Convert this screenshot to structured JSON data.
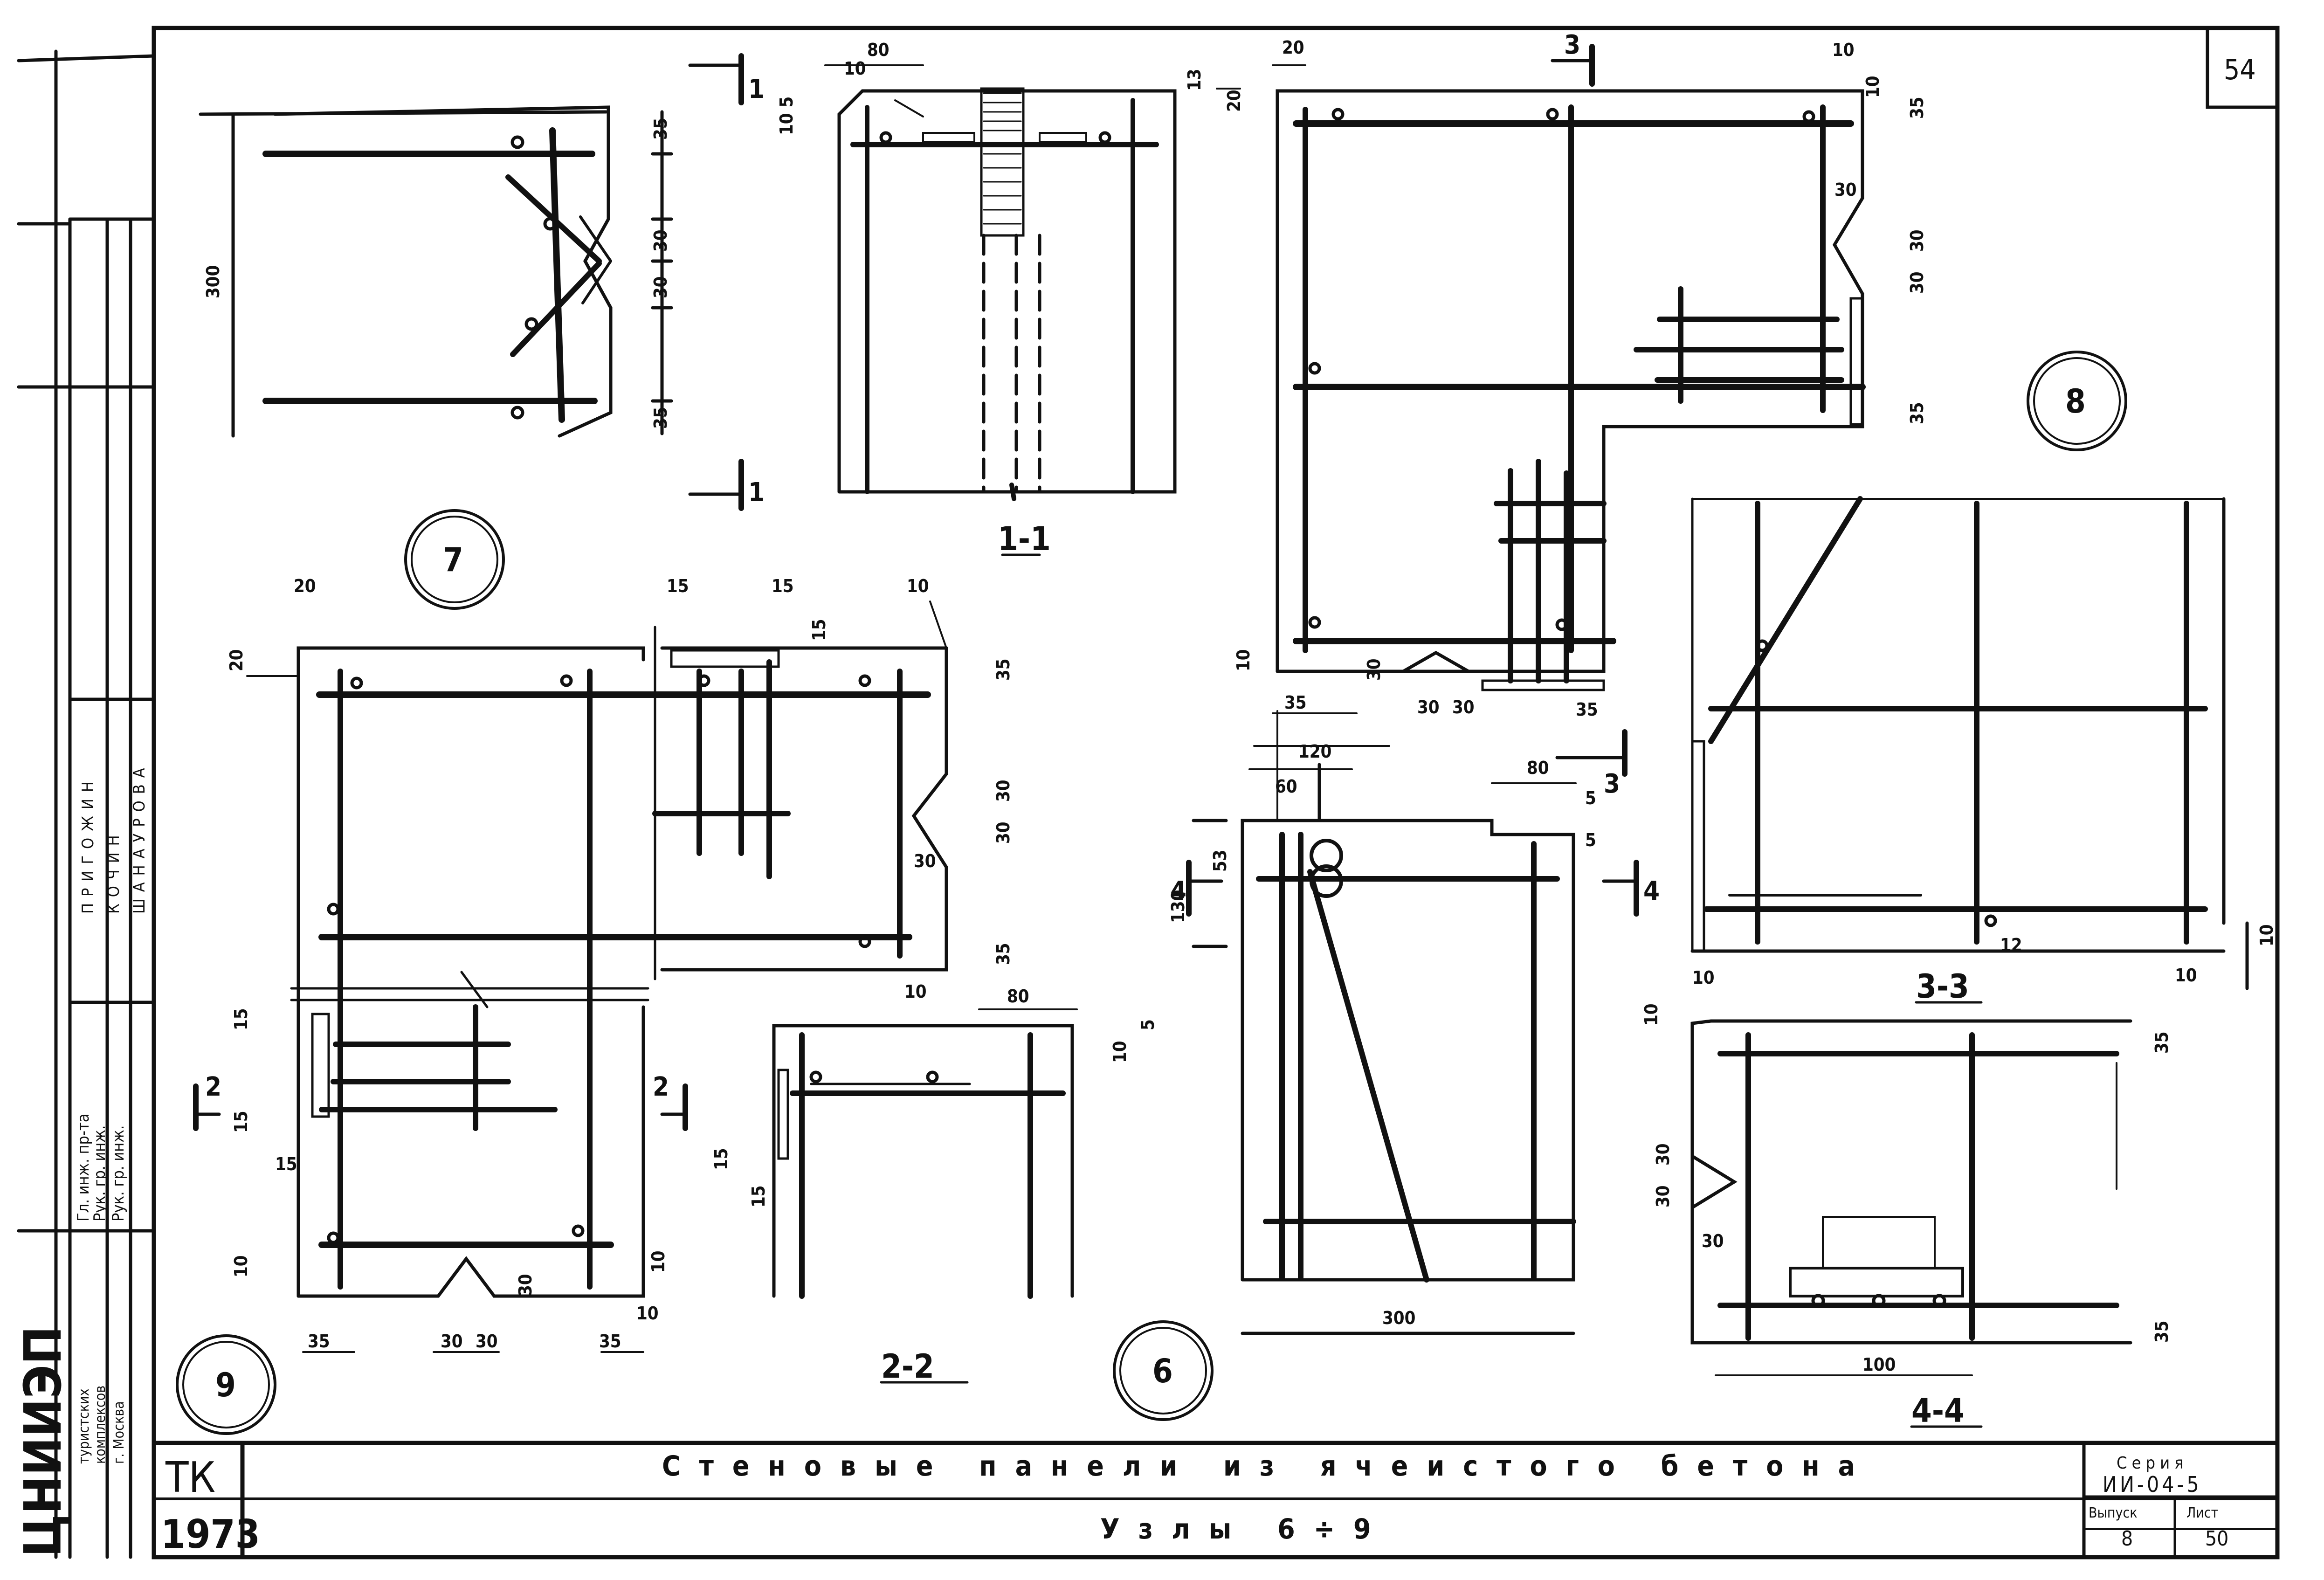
{
  "sheet": {
    "page_number": "54",
    "institute": "ЦНИИЭП",
    "org_lines": [
      "туристских",
      "комплексов",
      "г. Москва"
    ],
    "staff_roles": [
      "Гл. инж. пр-та",
      "Рук. гр. инж.",
      "Рук. гр. инж."
    ],
    "staff_names": [
      "ПРИГОЖИН",
      "КОЧИН",
      "ШАНАУРОВА"
    ],
    "code": "ТК",
    "year": "1973",
    "title": "Стеновые панели из ячеистого бетона",
    "subtitle": "Узлы 6÷9",
    "series_label": "Серия",
    "series": "ИИ-04-5",
    "issue_label": "Выпуск",
    "issue": "8",
    "sheet_label": "Лист",
    "sheet_no": "50"
  },
  "nodes": {
    "n6": "6",
    "n7": "7",
    "n8": "8",
    "n9": "9"
  },
  "sections": {
    "s11": "1-1",
    "s22": "2-2",
    "s33": "3-3",
    "s44": "4-4"
  },
  "marks": {
    "m1": "1",
    "m2": "2",
    "m3": "3",
    "m4": "4"
  },
  "dims": {
    "d300": "300",
    "d35": "35",
    "d30": "30",
    "d80": "80",
    "d10": "10",
    "d5": "5",
    "d13": "13",
    "d20": "20",
    "d15": "15",
    "d120": "120",
    "d60": "60",
    "d53": "53",
    "d130": "130",
    "d100": "100",
    "d10_5": "10 5",
    "d12": "12"
  }
}
